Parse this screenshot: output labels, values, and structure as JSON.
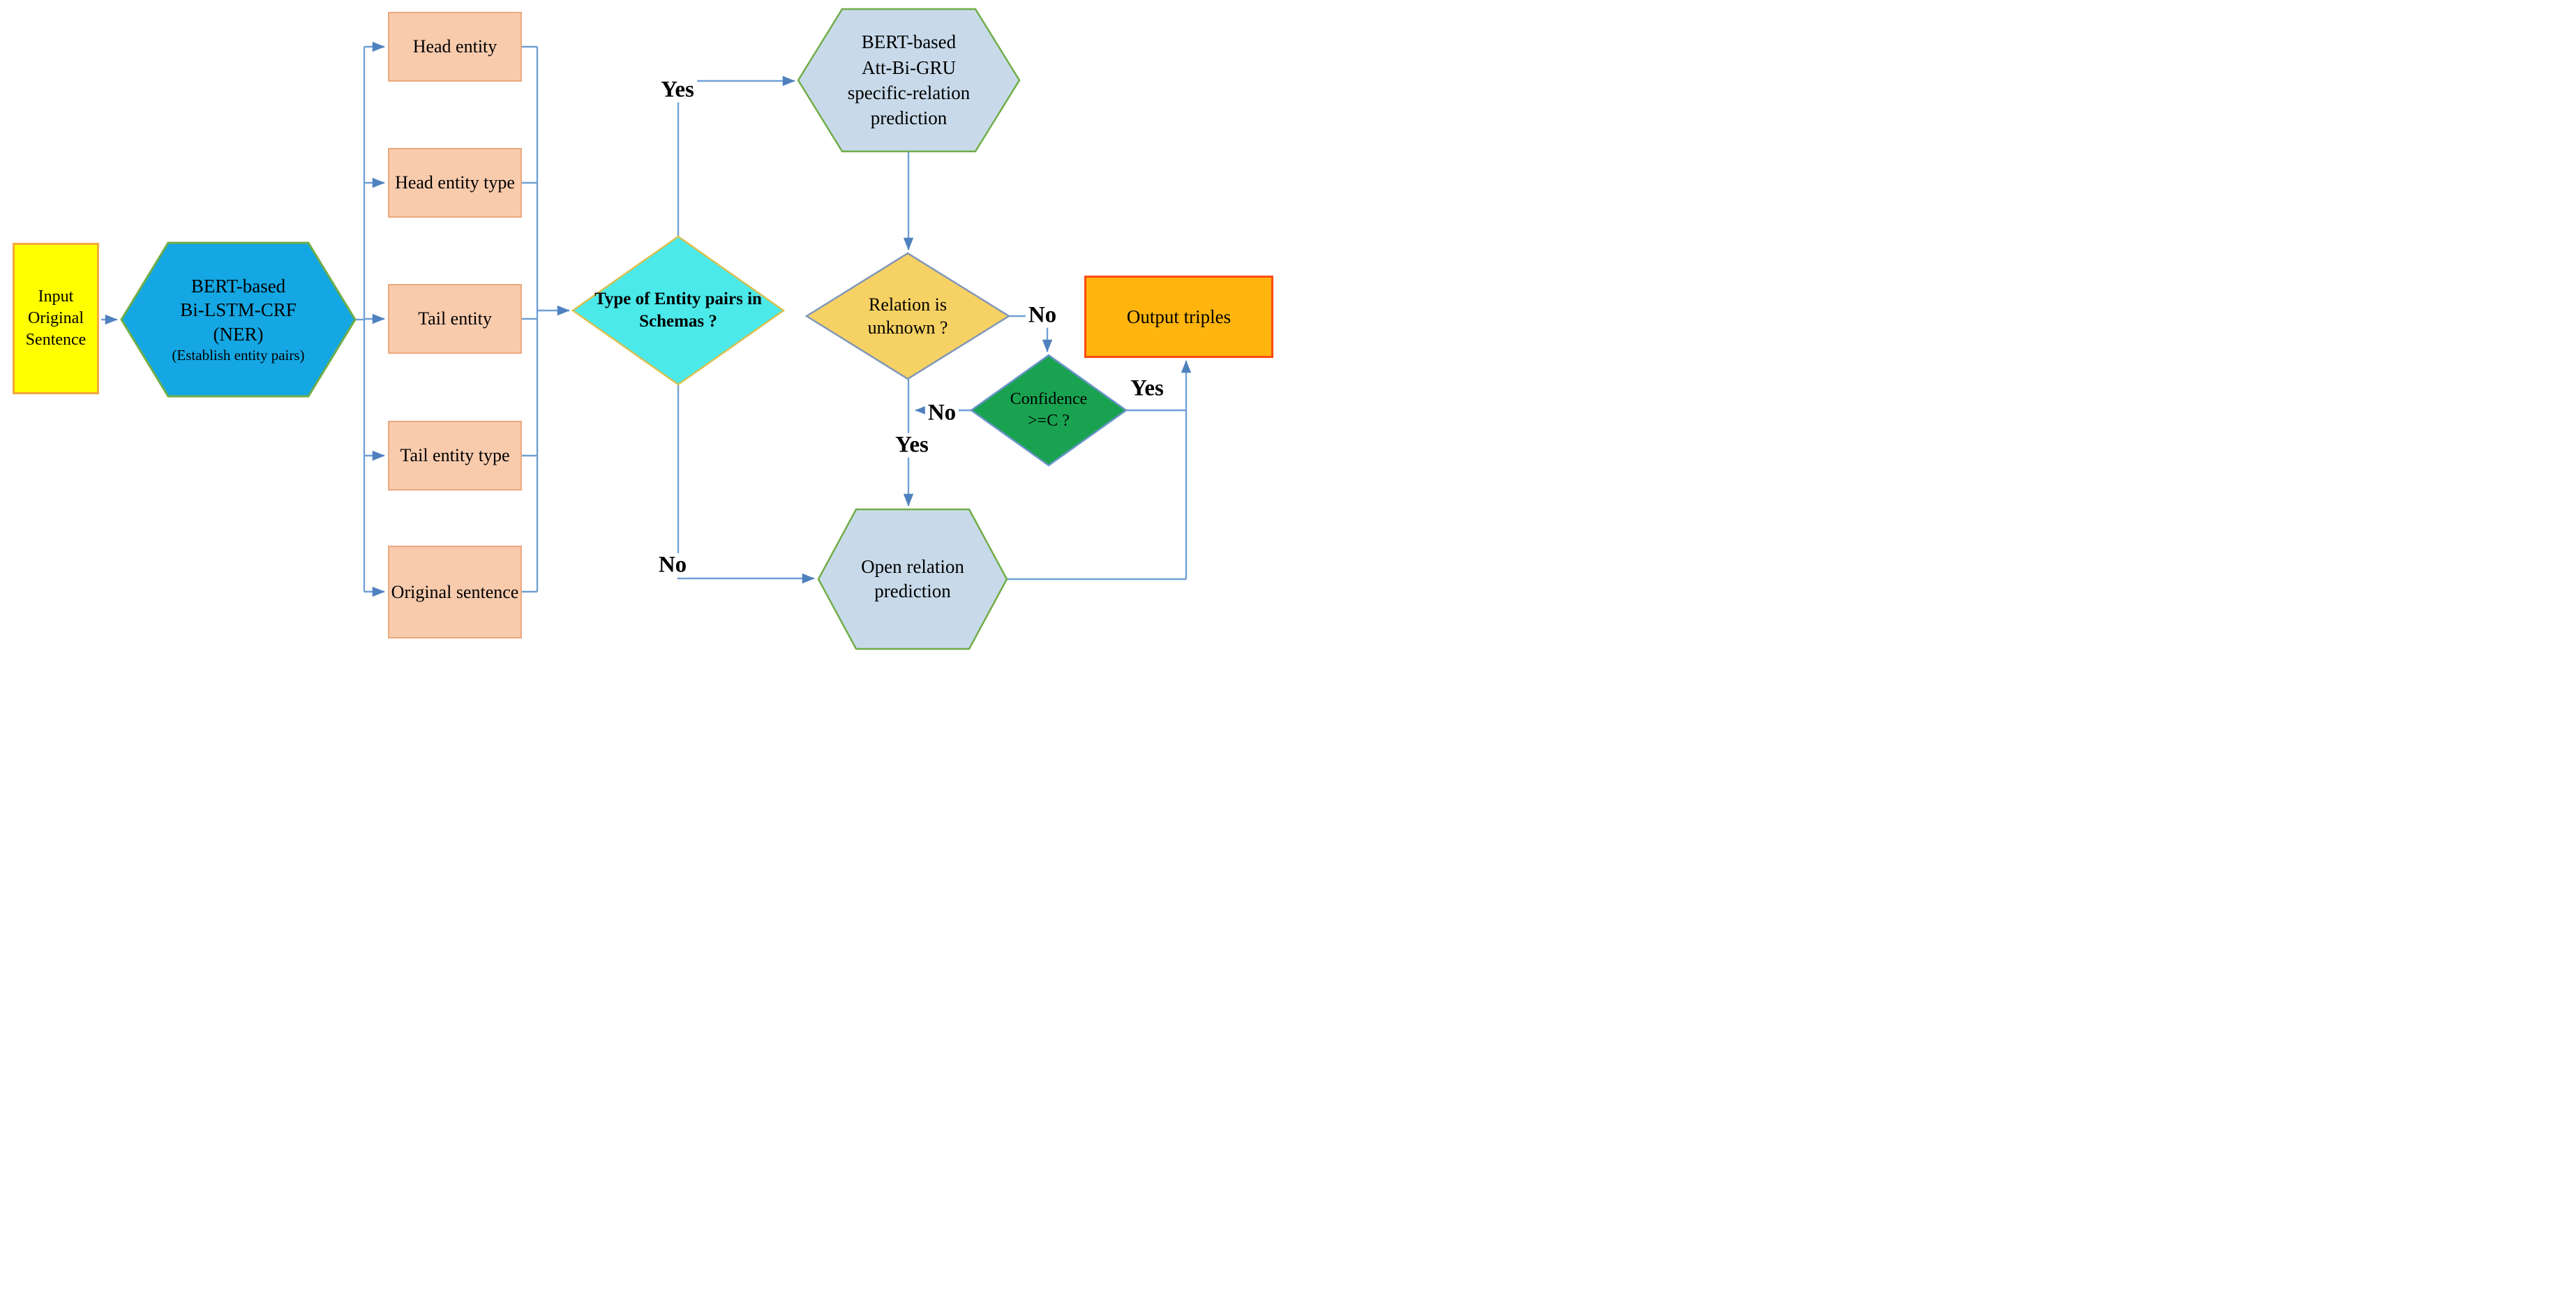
{
  "nodes": {
    "input": {
      "label": "Input\nOriginal\nSentence"
    },
    "ner": {
      "line1": "BERT-based",
      "line2": "Bi-LSTM-CRF",
      "line3": "(NER)",
      "line4": "(Establish entity pairs)"
    },
    "features": [
      {
        "label": "Head entity"
      },
      {
        "label": "Head entity type"
      },
      {
        "label": "Tail entity"
      },
      {
        "label": "Tail entity type"
      },
      {
        "label": "Original sentence"
      }
    ],
    "schema_diamond": {
      "label": "Type of Entity pairs in Schemas ?"
    },
    "att_hexagon": {
      "label": "BERT-based\nAtt-Bi-GRU\nspecific-relation\nprediction"
    },
    "relation_diamond": {
      "label": "Relation is\nunknown ?"
    },
    "confidence_diamond": {
      "label": "Confidence\n>=C ?"
    },
    "output_box": {
      "label": "Output triples"
    },
    "open_hexagon": {
      "label": "Open relation\nprediction"
    }
  },
  "edge_labels": {
    "schema_yes": "Yes",
    "schema_no": "No",
    "relation_no": "No",
    "relation_yes": "Yes",
    "confidence_no": "No",
    "confidence_yes": "Yes"
  },
  "colors": {
    "connector": "#6fa0d6",
    "arrowhead": "#4e81be",
    "input_fill": "#ffff00",
    "input_border": "#f2a93b",
    "ner_fill": "#14a7e3",
    "hexagon_border_green": "#70ad47",
    "feature_fill": "#f8cbad",
    "feature_border": "#eca87d",
    "schema_fill": "#4be9e9",
    "schema_border": "#d9c050",
    "stage_hexagon_fill": "#c8daea",
    "relation_fill": "#f6d164",
    "relation_border": "#8096b8",
    "confidence_fill": "#19a351",
    "confidence_border": "#6b93c9",
    "output_fill": "#ffb40e",
    "output_border": "#fd4a12",
    "label_text": "#000000"
  }
}
